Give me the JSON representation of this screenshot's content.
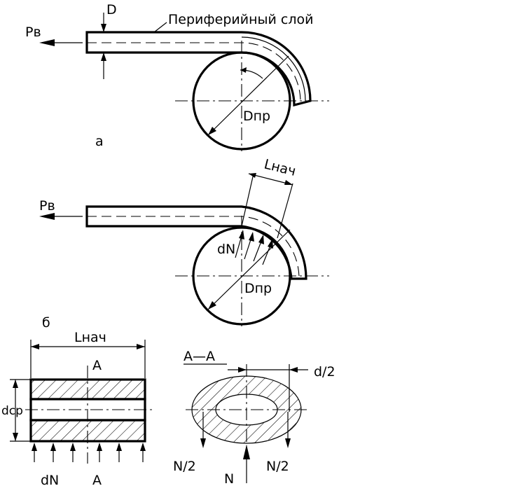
{
  "labels": {
    "d_top": "D",
    "peripheral_layer": "Периферийный слой",
    "pv_a": "Рв",
    "dpr_a": "Dпр",
    "figure_a": "а",
    "pv_b": "Рв",
    "lnach_b": "Lнач",
    "dn_b": "dN",
    "dpr_b": "Dпр",
    "figure_b": "б",
    "lnach_section": "Lнач",
    "a_top": "A",
    "dsr": "dср",
    "dn_bottom": "dN",
    "a_bottom": "A",
    "section_aa": "А—А",
    "d_half": "d/2",
    "n_half_left": "N/2",
    "n_center": "N",
    "n_half_right": "N/2"
  }
}
